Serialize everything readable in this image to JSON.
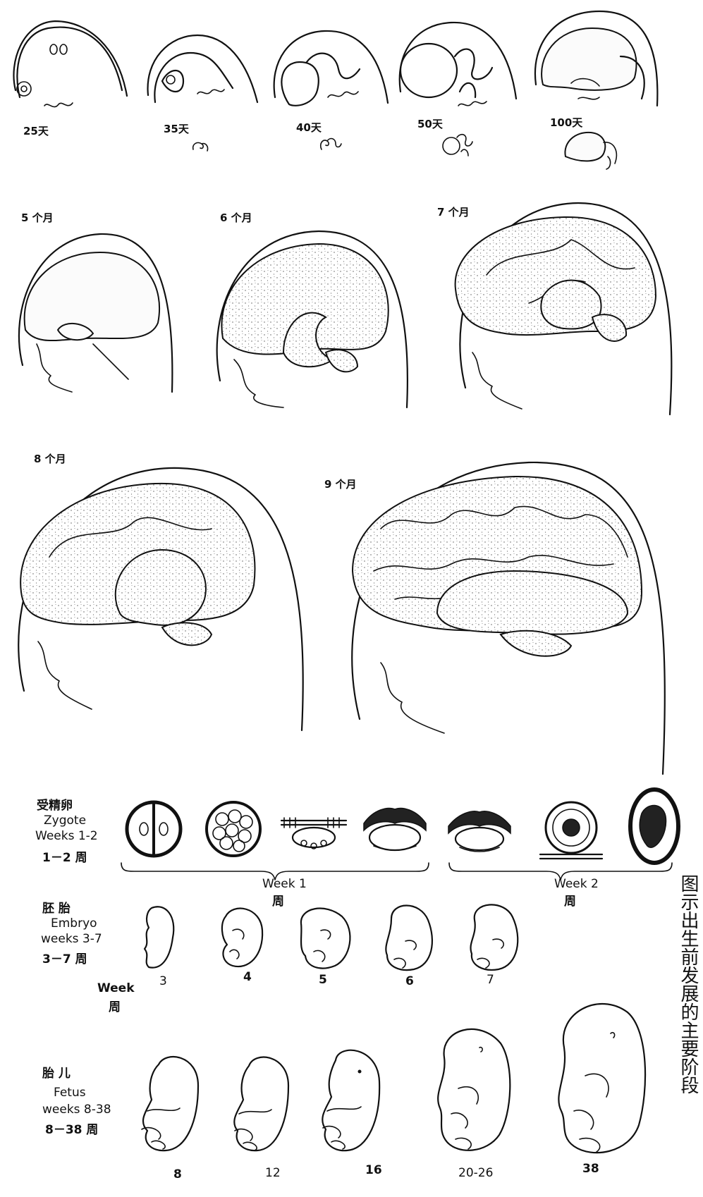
{
  "brain_stages": {
    "day_labels": [
      "25天",
      "35天",
      "40天",
      "50天",
      "100天"
    ],
    "month_labels": [
      "5 个月",
      "6 个月",
      "7 个月",
      "8 个月",
      "9 个月"
    ]
  },
  "zygote": {
    "zh": "受精卵",
    "en": "Zygote",
    "weeks_en": "Weeks 1-2",
    "weeks_zh": "1－2 周",
    "week1_en": "Week 1",
    "week1_zh": "周",
    "week2_en": "Week 2",
    "week2_zh": "周"
  },
  "embryo": {
    "zh": "胚 胎",
    "en": "Embryo",
    "weeks_en": "weeks 3-7",
    "weeks_zh": "3－7 周",
    "week_label_en": "Week",
    "week_label_zh": "周",
    "week_numbers": [
      "3",
      "4",
      "5",
      "6",
      "7"
    ]
  },
  "fetus": {
    "zh": "胎 儿",
    "en": "Fetus",
    "weeks_en": "weeks 8-38",
    "weeks_zh": "8－38 周",
    "week_numbers": [
      "8",
      "12",
      "16",
      "20-26",
      "38"
    ]
  },
  "side_title": "图示出生前发展的主要阶段"
}
